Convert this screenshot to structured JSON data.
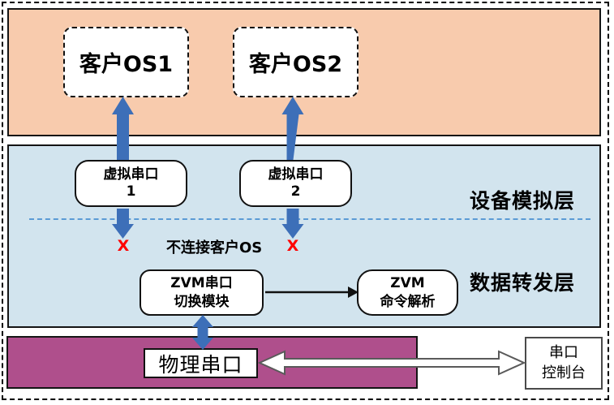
{
  "layers": {
    "guest": {
      "os_boxes": [
        {
          "label": "客户OS1"
        },
        {
          "label": "客户OS2"
        }
      ]
    },
    "device_simulation": {
      "label": "设备模拟层",
      "virtual_ports": [
        {
          "line1": "虚拟串口",
          "line2": "1"
        },
        {
          "line1": "虚拟串口",
          "line2": "2"
        }
      ],
      "x_mark": "X",
      "note": "不连接客户OS"
    },
    "data_forwarding": {
      "label": "数据转发层",
      "zvm_switch": {
        "line1": "ZVM串口",
        "line2": "切换模块"
      },
      "zvm_parser": {
        "line1": "ZVM",
        "line2": "命令解析"
      }
    },
    "physical": {
      "physical_port": "物理串口",
      "serial_console": {
        "line1": "串口",
        "line2": "控制台"
      }
    }
  },
  "colors": {
    "guest_layer_bg": "#F8CBAD",
    "middle_layer_bg": "#D2E4EE",
    "physical_bar_bg": "#AF4F8C",
    "arrow_blue": "#3D6FB8",
    "divider_dash_blue": "#5B9BD5",
    "x_mark_red": "#FF0000"
  }
}
